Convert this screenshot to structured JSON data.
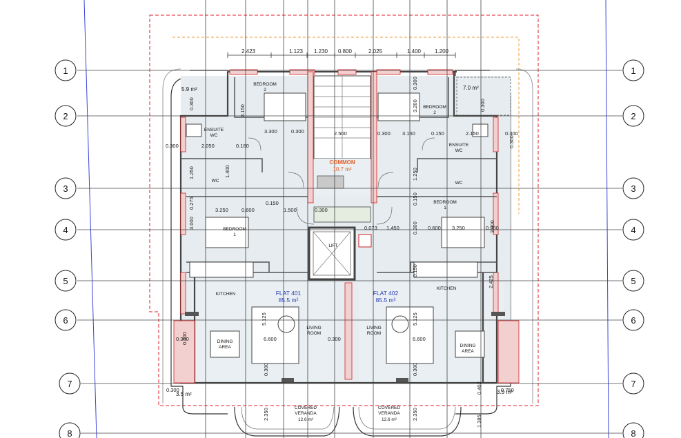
{
  "grid_lines": [
    {
      "id": "1",
      "label": "1"
    },
    {
      "id": "2",
      "label": "2"
    },
    {
      "id": "3",
      "label": "3"
    },
    {
      "id": "4",
      "label": "4"
    },
    {
      "id": "5",
      "label": "5"
    },
    {
      "id": "6",
      "label": "6"
    },
    {
      "id": "7",
      "label": "7"
    },
    {
      "id": "8",
      "label": "8"
    }
  ],
  "top_dimensions": [
    "2.423",
    "1.123",
    "1.230",
    "0.800",
    "2.025",
    "1.400",
    "1.200"
  ],
  "areas": {
    "nw_terrace": "5.9 m²",
    "ne_terrace": "7.0 m²",
    "sw_terrace": "3.5 m²",
    "se_terrace": "3.5 m²"
  },
  "common": {
    "name": "COMMON",
    "area": "10.7 m²"
  },
  "lift": {
    "label": "LIFT"
  },
  "flats": [
    {
      "name": "FLAT 401",
      "area": "85.5 m²"
    },
    {
      "name": "FLAT 402",
      "area": "85.5 m²"
    }
  ],
  "rooms": {
    "bedroom2_left": "BEDROOM",
    "bedroom2_left_num": "2",
    "bedroom2_right": "BEDROOM",
    "bedroom2_right_num": "2",
    "bedroom1_left": "BEDROOM",
    "bedroom1_left_num": "1",
    "bedroom1_right": "BEDROOM",
    "bedroom1_right_num": "1",
    "ensuite_left": "ENSUITE",
    "ensuite_left_wc": "WC",
    "ensuite_right": "ENSUITE",
    "ensuite_right_wc": "WC",
    "wc_left": "WC",
    "wc_right": "WC",
    "kitchen_left": "KITCHEN",
    "kitchen_right": "KITCHEN",
    "living_left": "LIVING",
    "living_left_2": "ROOM",
    "living_right": "LIVING",
    "living_right_2": "ROOM",
    "dining_left": "DINING",
    "dining_left_2": "AREA",
    "dining_right": "DINING",
    "dining_right_2": "AREA",
    "veranda_left": "COVERED",
    "veranda_left_2": "VERANDA",
    "veranda_left_area": "12.6 m²",
    "veranda_right": "COVERED",
    "veranda_right_2": "VERANDA",
    "veranda_right_area": "12.6 m²"
  },
  "dims": {
    "d3150a": "3.150",
    "d0300a": "0.300",
    "d3300a": "3.300",
    "d0300b": "0.300",
    "d0160": "0.160",
    "d2050": "2.050",
    "d0300c": "0.300",
    "d1400": "1.400",
    "d1250a": "1.250",
    "d0275": "0.275",
    "d3250a": "3.250",
    "d0600a": "0.600",
    "d1500": "1.500",
    "d0300d": "0.300",
    "d3000a": "3.000",
    "d0150a": "0.150",
    "d2500": "2.500",
    "d0300e": "0.300",
    "d3150b": "3.150",
    "d0150b": "0.150",
    "d2150": "2.150",
    "d0300f": "0.300",
    "d0300g": "0.300",
    "d3200": "3.200",
    "d0300h": "0.300",
    "d1250b": "1.250",
    "d0150c": "0.150",
    "d1450": "1.450",
    "d0600b": "0.600",
    "d3250b": "3.250",
    "d0300i": "0.300",
    "d3000b": "3.000",
    "d0300j": "0.300",
    "d0073": "0.073",
    "d2425": "2.425",
    "d0150d": "0.150",
    "d5125a": "5.125",
    "d5125b": "5.125",
    "d6600a": "6.600",
    "d6600b": "6.600",
    "d0300k": "0.300",
    "d0300l": "0.300",
    "d0300m": "0.300",
    "d0300n": "0.300",
    "d2350a": "2.350",
    "d2350b": "2.350",
    "d1385": "1.385",
    "d0402": "0.402",
    "d0300o": "0.300",
    "d0300p": "0.300",
    "d0750": "0.750",
    "d0300q": "0.300"
  }
}
